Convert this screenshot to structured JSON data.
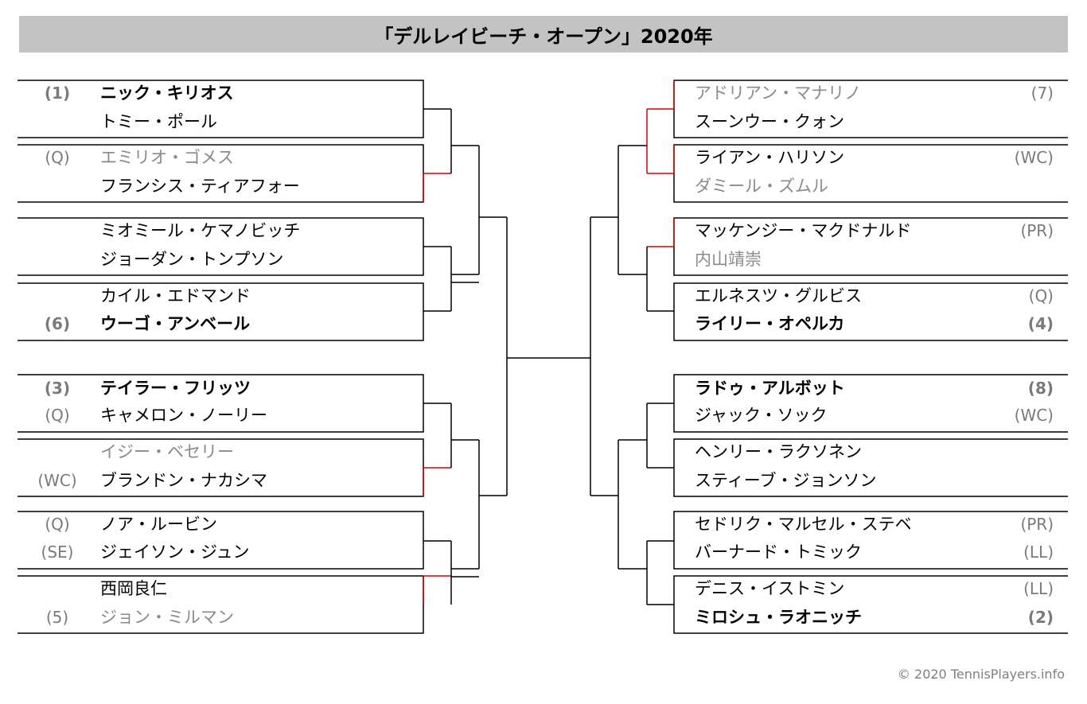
{
  "title": "「デルレイビーチ・オープン」2020年",
  "copyright": "© 2020 TennisPlayers.info",
  "colors": {
    "line": "#000000",
    "highlight": "#d40000",
    "title_bg": "#c3c3c3",
    "loser_text": "#8a8a8a",
    "seed_text": "#7a7a7a"
  },
  "left_players": [
    {
      "seed": "(1)",
      "name": "ニック・キリオス",
      "status": "winner"
    },
    {
      "seed": "",
      "name": "トミー・ポール",
      "status": "normal"
    },
    {
      "seed": "(Q)",
      "name": "エミリオ・ゴメス",
      "status": "loser"
    },
    {
      "seed": "",
      "name": "フランシス・ティアフォー",
      "status": "normal"
    },
    {
      "seed": "",
      "name": "ミオミール・ケマノビッチ",
      "status": "normal"
    },
    {
      "seed": "",
      "name": "ジョーダン・トンプソン",
      "status": "normal"
    },
    {
      "seed": "",
      "name": "カイル・エドマンド",
      "status": "normal"
    },
    {
      "seed": "(6)",
      "name": "ウーゴ・アンベール",
      "status": "winner"
    },
    {
      "seed": "(3)",
      "name": "テイラー・フリッツ",
      "status": "winner"
    },
    {
      "seed": "(Q)",
      "name": "キャメロン・ノーリー",
      "status": "normal"
    },
    {
      "seed": "",
      "name": "イジー・ベセリー",
      "status": "loser"
    },
    {
      "seed": "(WC)",
      "name": "ブランドン・ナカシマ",
      "status": "normal"
    },
    {
      "seed": "(Q)",
      "name": "ノア・ルービン",
      "status": "normal"
    },
    {
      "seed": "(SE)",
      "name": "ジェイソン・ジュン",
      "status": "normal"
    },
    {
      "seed": "",
      "name": "西岡良仁",
      "status": "normal"
    },
    {
      "seed": "(5)",
      "name": "ジョン・ミルマン",
      "status": "loser"
    }
  ],
  "right_players": [
    {
      "seed": "(7)",
      "name": "アドリアン・マナリノ",
      "status": "loser"
    },
    {
      "seed": "",
      "name": "スーンウー・クォン",
      "status": "normal"
    },
    {
      "seed": "(WC)",
      "name": "ライアン・ハリソン",
      "status": "normal"
    },
    {
      "seed": "",
      "name": "ダミール・ズムル",
      "status": "loser"
    },
    {
      "seed": "(PR)",
      "name": "マッケンジー・マクドナルド",
      "status": "normal"
    },
    {
      "seed": "",
      "name": "内山靖崇",
      "status": "loser"
    },
    {
      "seed": "(Q)",
      "name": "エルネスツ・グルビス",
      "status": "normal"
    },
    {
      "seed": "(4)",
      "name": "ライリー・オペルカ",
      "status": "winner"
    },
    {
      "seed": "(8)",
      "name": "ラドゥ・アルボット",
      "status": "winner"
    },
    {
      "seed": "(WC)",
      "name": "ジャック・ソック",
      "status": "normal"
    },
    {
      "seed": "",
      "name": "ヘンリー・ラクソネン",
      "status": "normal"
    },
    {
      "seed": "",
      "name": "スティーブ・ジョンソン",
      "status": "normal"
    },
    {
      "seed": "(PR)",
      "name": "セドリク・マルセル・ステベ",
      "status": "normal"
    },
    {
      "seed": "(LL)",
      "name": "バーナード・トミック",
      "status": "normal"
    },
    {
      "seed": "(LL)",
      "name": "デニス・イストミン",
      "status": "normal"
    },
    {
      "seed": "(2)",
      "name": "ミロシュ・ラオニッチ",
      "status": "winner"
    }
  ]
}
